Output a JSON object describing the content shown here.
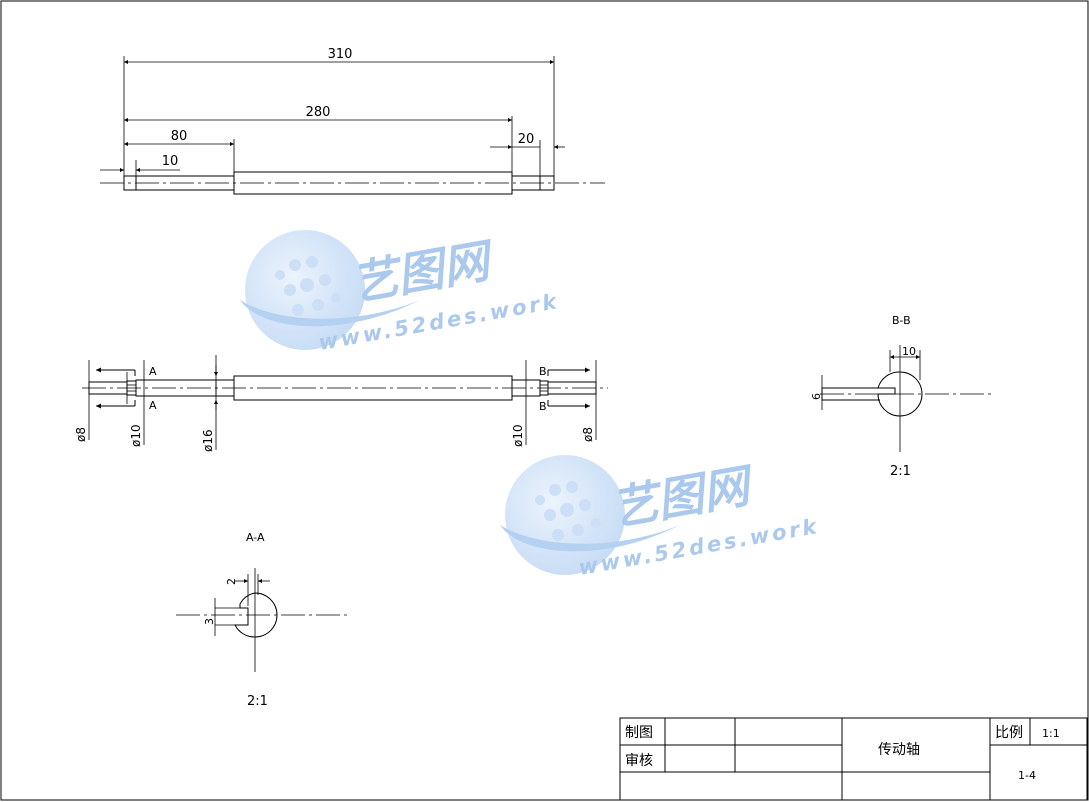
{
  "drawing": {
    "top_view": {
      "dims": {
        "overall": "310",
        "middle": "280",
        "left_step": "80",
        "left_end": "10",
        "right_end": "20"
      }
    },
    "front_view": {
      "diameters": {
        "left_end": "ø8",
        "left_mid": "ø10",
        "center": "ø16",
        "right_mid": "ø10",
        "right_end": "ø8"
      },
      "section_marks": {
        "a": "A",
        "b": "B"
      }
    },
    "section_aa": {
      "title": "A-A",
      "dim_width": "2",
      "dim_height": "3",
      "scale": "2:1"
    },
    "section_bb": {
      "title": "B-B",
      "dim_width": "10",
      "dim_height": "6",
      "scale": "2:1"
    }
  },
  "watermark": {
    "cn": "艺图网",
    "url": "www.52des.work"
  },
  "title_block": {
    "drawn_label": "制图",
    "checked_label": "审核",
    "part_name": "传动轴",
    "scale_label": "比例",
    "scale_value": "1:1",
    "drawing_number": "1-4"
  }
}
